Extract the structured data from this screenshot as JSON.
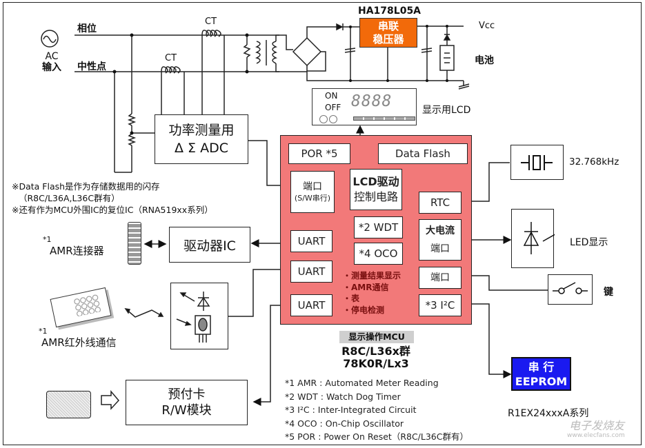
{
  "diagram": {
    "ac_source": {
      "label_line1": "AC",
      "label_line2": "输入"
    },
    "lines": {
      "phase": "相位",
      "neutral": "中性点"
    },
    "ct_labels": [
      "CT",
      "CT"
    ],
    "regulator": {
      "part_number": "HA178L05A",
      "line1": "串联",
      "line2": "稳压器",
      "color": "#f26a0a"
    },
    "vcc_label": "Vcc",
    "battery_label": "电池",
    "lcd_display": {
      "on": "ON",
      "off": "OFF",
      "digits": "8888",
      "label": "显示用LCD"
    },
    "adc": {
      "line1": "功率测量用",
      "line2": "Δ Σ  ADC"
    },
    "notes": [
      "※Data Flash是作为存储数据用的闪存",
      "（R8C/L36A,L36C群有）",
      "※还有作为MCU外围IC的复位IC（RNA519xx系列）"
    ],
    "amr_connector": {
      "footnote": "*1",
      "label": "AMR连接器"
    },
    "driver_ic": "驱动器IC",
    "amr_ir": {
      "footnote": "*1",
      "label": "AMR红外线通信"
    },
    "prepaid": {
      "line1": "预付卡",
      "line2": "R/W模块"
    },
    "mcu": {
      "color": "#f27979",
      "por": "POR *5",
      "data_flash": "Data Flash",
      "port_sw": {
        "line1": "端口",
        "line2": "(S/W串行)"
      },
      "lcd_driver": {
        "line1": "LCD驱动",
        "line2": "控制电路"
      },
      "rtc": "RTC",
      "wdt": "*2 WDT",
      "oco": "*4 OCO",
      "high_current_port": {
        "line1": "大电流",
        "line2": "端口"
      },
      "port": "端口",
      "i2c": "*3 I²C",
      "uarts": [
        "UART",
        "UART",
        "UART"
      ],
      "functions": [
        "・测量结果显示",
        "・AMR通信",
        "・表",
        "・停电检测"
      ],
      "caption": "显示操作MCU",
      "models": [
        "R8C/L36x群",
        "78K0R/Lx3"
      ]
    },
    "crystal_label": "32.768kHz",
    "led_label": "LED显示",
    "key_label": "键",
    "eeprom": {
      "line1": "串 行",
      "line2": "EEPROM",
      "series": "R1EX24xxxA系列",
      "color": "#1a1af0"
    },
    "footnotes": [
      "*1 AMR : Automated Meter Reading",
      "*2 WDT : Watch Dog Timer",
      "*3 I²C : Inter-Integrated Circuit",
      "*4 OCO : On-Chip Oscillator",
      "*5 POR : Power On Reset（R8C/L36C群有）"
    ],
    "watermark": {
      "line1": "电子发烧友",
      "line2": "www.elecfans.com"
    }
  }
}
